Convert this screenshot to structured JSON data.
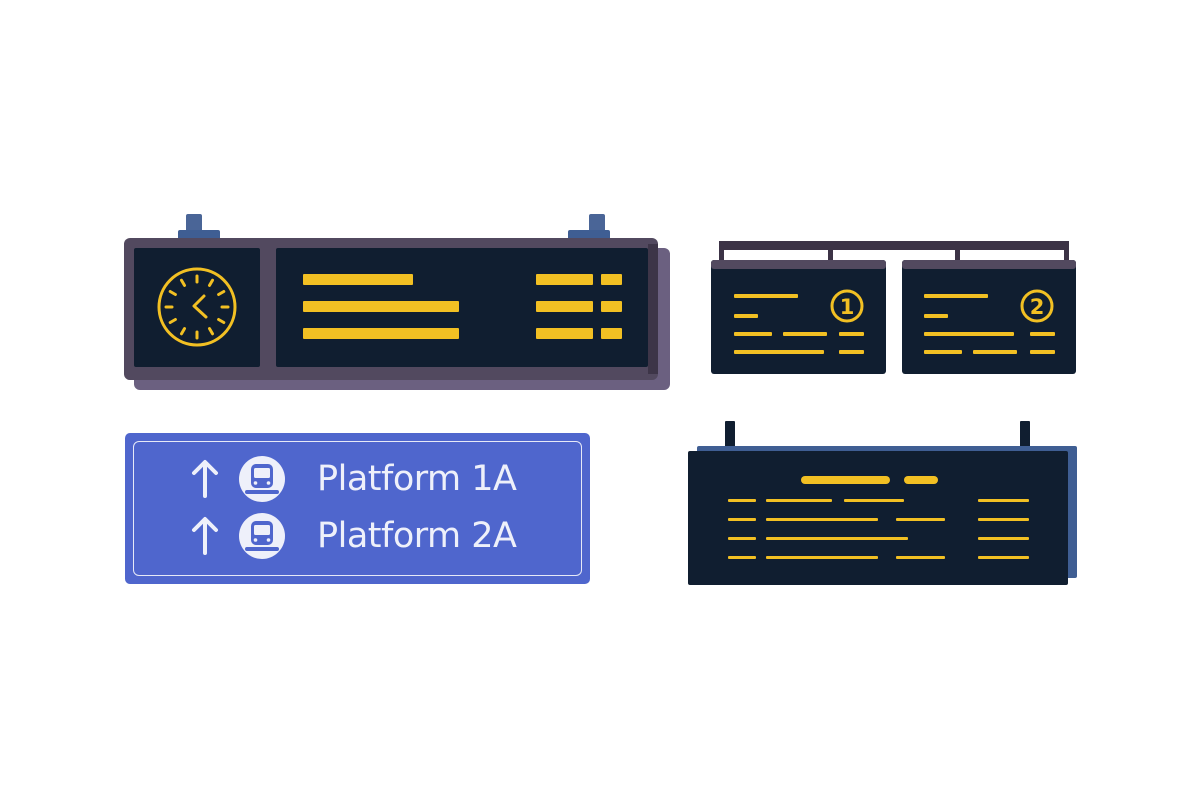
{
  "signs": {
    "departure_board": {
      "name": "clock-departure-board"
    },
    "twin_boards": {
      "board_1_number": "1",
      "board_2_number": "2"
    },
    "hanging_board": {
      "name": "hanging-info-board"
    },
    "platform_sign": {
      "rows": [
        {
          "label": "Platform 1A",
          "arrow_icon": "arrow-up-icon",
          "train_icon": "train-icon"
        },
        {
          "label": "Platform 2A",
          "arrow_icon": "arrow-up-icon",
          "train_icon": "train-icon"
        }
      ]
    }
  },
  "colors": {
    "board": "#101e30",
    "frame": "#52495f",
    "frame_shadow": "#6b6080",
    "led": "#f2c023",
    "sign_blue": "#4f66cd",
    "mount": "#3f5e93",
    "sign_text": "#eef0fa"
  }
}
